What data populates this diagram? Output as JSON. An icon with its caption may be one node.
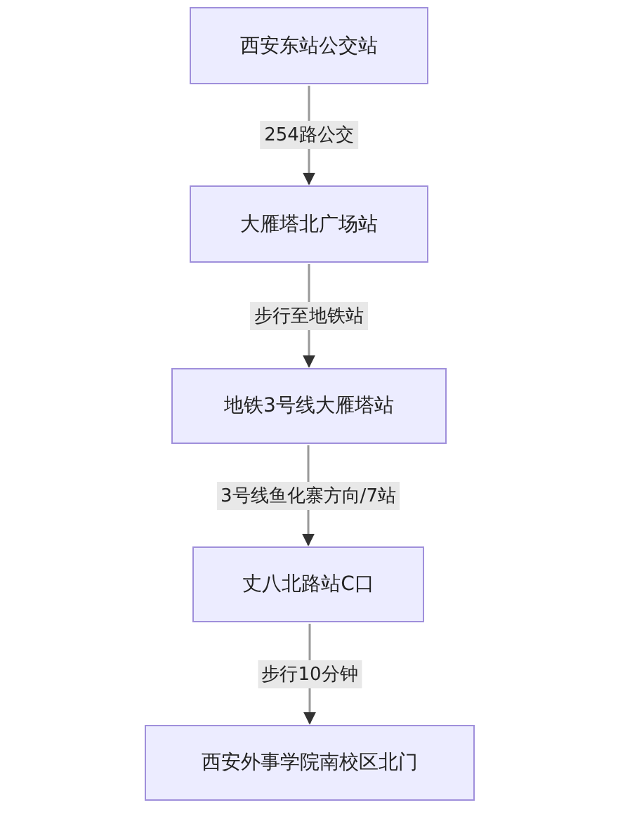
{
  "diagram": {
    "nodes": [
      {
        "text": [
          "西安东站公交站"
        ]
      },
      {
        "text": [
          "大雁塔北广场站"
        ]
      },
      {
        "text": [
          "地铁3号线大雁塔站"
        ]
      },
      {
        "text": [
          "丈八北路站C口"
        ]
      },
      {
        "text": [
          "西安外事学院南校区北门"
        ]
      }
    ],
    "edges": [
      {
        "from": 0,
        "to": 1,
        "arrow": "to",
        "label": "254路公交"
      },
      {
        "from": 1,
        "to": 2,
        "arrow": "to",
        "label": "步行至地铁站"
      },
      {
        "from": 2,
        "to": 3,
        "arrow": "to",
        "label": "3号线鱼化寨方向/7站"
      },
      {
        "from": 3,
        "to": 4,
        "arrow": "to",
        "label": "步行10分钟"
      }
    ]
  }
}
